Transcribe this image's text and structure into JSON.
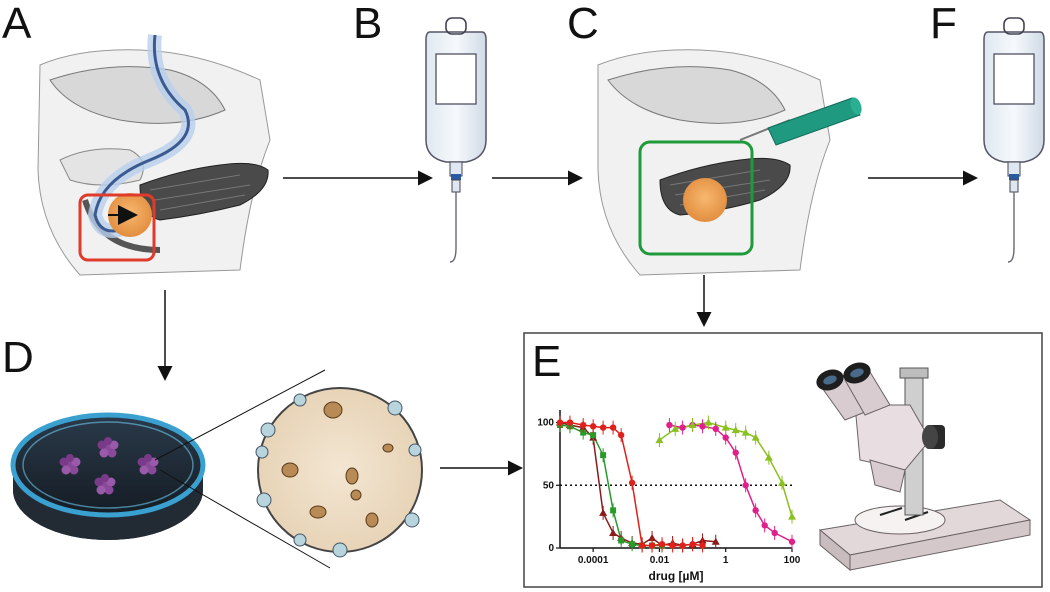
{
  "panels": {
    "a": "A",
    "b": "B",
    "c": "C",
    "f": "F",
    "d": "D",
    "e": "E"
  },
  "colors": {
    "tumor": "#f0a050",
    "red_box": "#e03a2a",
    "green_box": "#1f9a3a",
    "catheter": "#7fa8d8",
    "needle": "#1f9a80",
    "organoid": "#8a4a9a",
    "dish": "#3aa0d0"
  },
  "chart_data": {
    "type": "line",
    "xscale": "log",
    "xlabel": "drug [µM]",
    "ylabel": "",
    "xlim": [
      1e-05,
      100
    ],
    "ylim": [
      0,
      110
    ],
    "xticks": [
      "0.0001",
      "0.01",
      "1",
      "100"
    ],
    "yticks": [
      "0",
      "50",
      "100"
    ],
    "reference_line": 50,
    "series": [
      {
        "color": "#8b1a1a",
        "marker": "triangle",
        "x": [
          1e-05,
          2e-05,
          5e-05,
          0.0001,
          0.0002,
          0.0004,
          0.0007,
          0.0015,
          0.003,
          0.006,
          0.012,
          0.025,
          0.05,
          0.1,
          0.2,
          0.5
        ],
        "y": [
          100,
          98,
          96,
          88,
          28,
          12,
          8,
          4,
          3,
          8,
          2,
          4,
          2,
          3,
          6,
          5
        ]
      },
      {
        "color": "#2a9a2a",
        "marker": "square",
        "x": [
          1e-05,
          2e-05,
          5e-05,
          0.0001,
          0.0002,
          0.0004,
          0.0007,
          0.0015,
          0.003,
          0.006,
          0.012
        ],
        "y": [
          98,
          97,
          92,
          90,
          74,
          30,
          6,
          3,
          2,
          2,
          2
        ]
      },
      {
        "color": "#e0201a",
        "marker": "circle",
        "x": [
          1e-05,
          2e-05,
          5e-05,
          0.0001,
          0.0002,
          0.0004,
          0.0007,
          0.0015,
          0.003,
          0.006,
          0.012,
          0.025,
          0.05,
          0.1,
          0.2
        ],
        "y": [
          100,
          100,
          98,
          97,
          96,
          96,
          90,
          52,
          2,
          2,
          3,
          2,
          2,
          3,
          2
        ]
      },
      {
        "color": "#e0208a",
        "marker": "circle",
        "x": [
          0.02,
          0.05,
          0.1,
          0.2,
          0.5,
          1,
          2,
          4,
          8,
          15,
          30,
          100
        ],
        "y": [
          98,
          96,
          98,
          97,
          95,
          88,
          76,
          50,
          30,
          18,
          12,
          5
        ]
      },
      {
        "color": "#8ac020",
        "marker": "triangle",
        "x": [
          0.01,
          0.03,
          0.1,
          0.3,
          1,
          2,
          4,
          8,
          20,
          50,
          100
        ],
        "y": [
          86,
          95,
          98,
          100,
          96,
          94,
          92,
          88,
          72,
          52,
          25
        ]
      }
    ]
  }
}
